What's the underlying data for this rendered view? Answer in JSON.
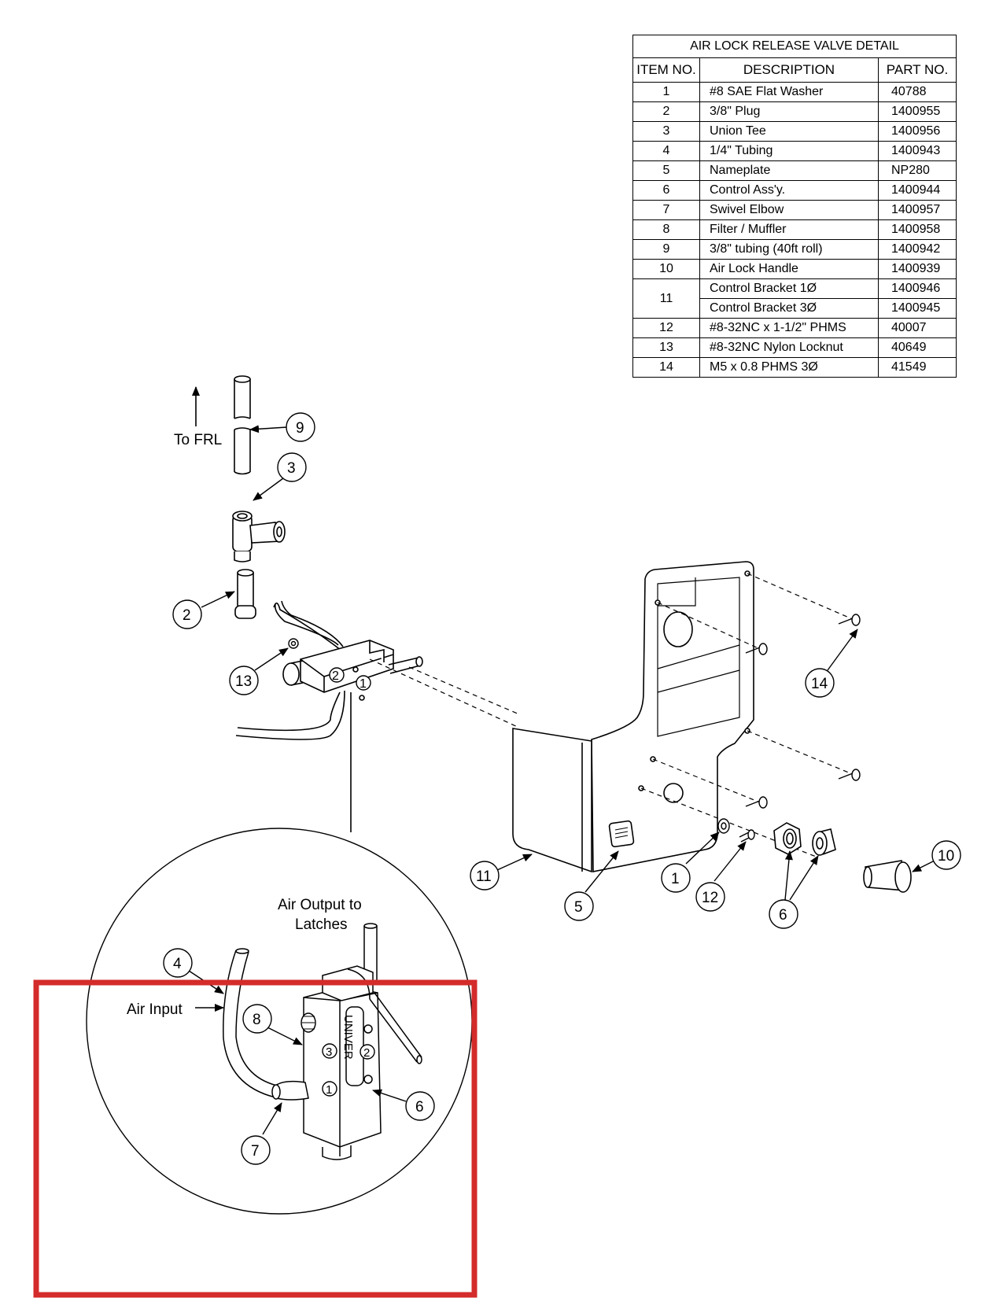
{
  "table": {
    "title": "AIR LOCK RELEASE VALVE DETAIL",
    "columns": [
      "ITEM  NO.",
      "DESCRIPTION",
      "PART  NO."
    ],
    "rows": [
      {
        "item": "1",
        "description": "#8 SAE Flat Washer",
        "part": "40788"
      },
      {
        "item": "2",
        "description": "3/8\" Plug",
        "part": "1400955"
      },
      {
        "item": "3",
        "description": "Union Tee",
        "part": "1400956"
      },
      {
        "item": "4",
        "description": "1/4\" Tubing",
        "part": "1400943"
      },
      {
        "item": "5",
        "description": "Nameplate",
        "part": "NP280"
      },
      {
        "item": "6",
        "description": "Control Ass'y.",
        "part": "1400944"
      },
      {
        "item": "7",
        "description": "Swivel Elbow",
        "part": "1400957"
      },
      {
        "item": "8",
        "description": "Filter / Muffler",
        "part": "1400958"
      },
      {
        "item": "9",
        "description": "3/8\" tubing (40ft roll)",
        "part": "1400942"
      },
      {
        "item": "10",
        "description": "Air Lock Handle",
        "part": "1400939"
      },
      {
        "item": "11",
        "description": "Control Bracket 1Ø",
        "part": "1400946"
      },
      {
        "item": "",
        "description": "Control Bracket 3Ø",
        "part": "1400945"
      },
      {
        "item": "12",
        "description": "#8-32NC x 1-1/2\" PHMS",
        "part": "40007"
      },
      {
        "item": "13",
        "description": "#8-32NC Nylon Locknut",
        "part": "40649"
      },
      {
        "item": "14",
        "description": "M5 x 0.8 PHMS 3Ø",
        "part": "41549"
      }
    ]
  },
  "callouts": {
    "to_frl": "To FRL",
    "air_output_line1": "Air Output to",
    "air_output_line2": "Latches",
    "air_input": "Air Input",
    "valve_brand": "UNIVER"
  },
  "balloons": {
    "b1": "1",
    "b2": "2",
    "b3": "3",
    "b4": "4",
    "b5": "5",
    "b6": "6",
    "b6_detail": "6",
    "b7": "7",
    "b8": "8",
    "b9": "9",
    "b10": "10",
    "b11": "11",
    "b12": "12",
    "b13": "13",
    "b14": "14"
  },
  "port_labels": {
    "p1": "1",
    "p2": "2",
    "detail_p1": "1",
    "detail_p2": "2",
    "detail_p3": "3"
  },
  "colors": {
    "line": "#000000",
    "highlight_box": "#d42b2b",
    "background": "#ffffff"
  }
}
